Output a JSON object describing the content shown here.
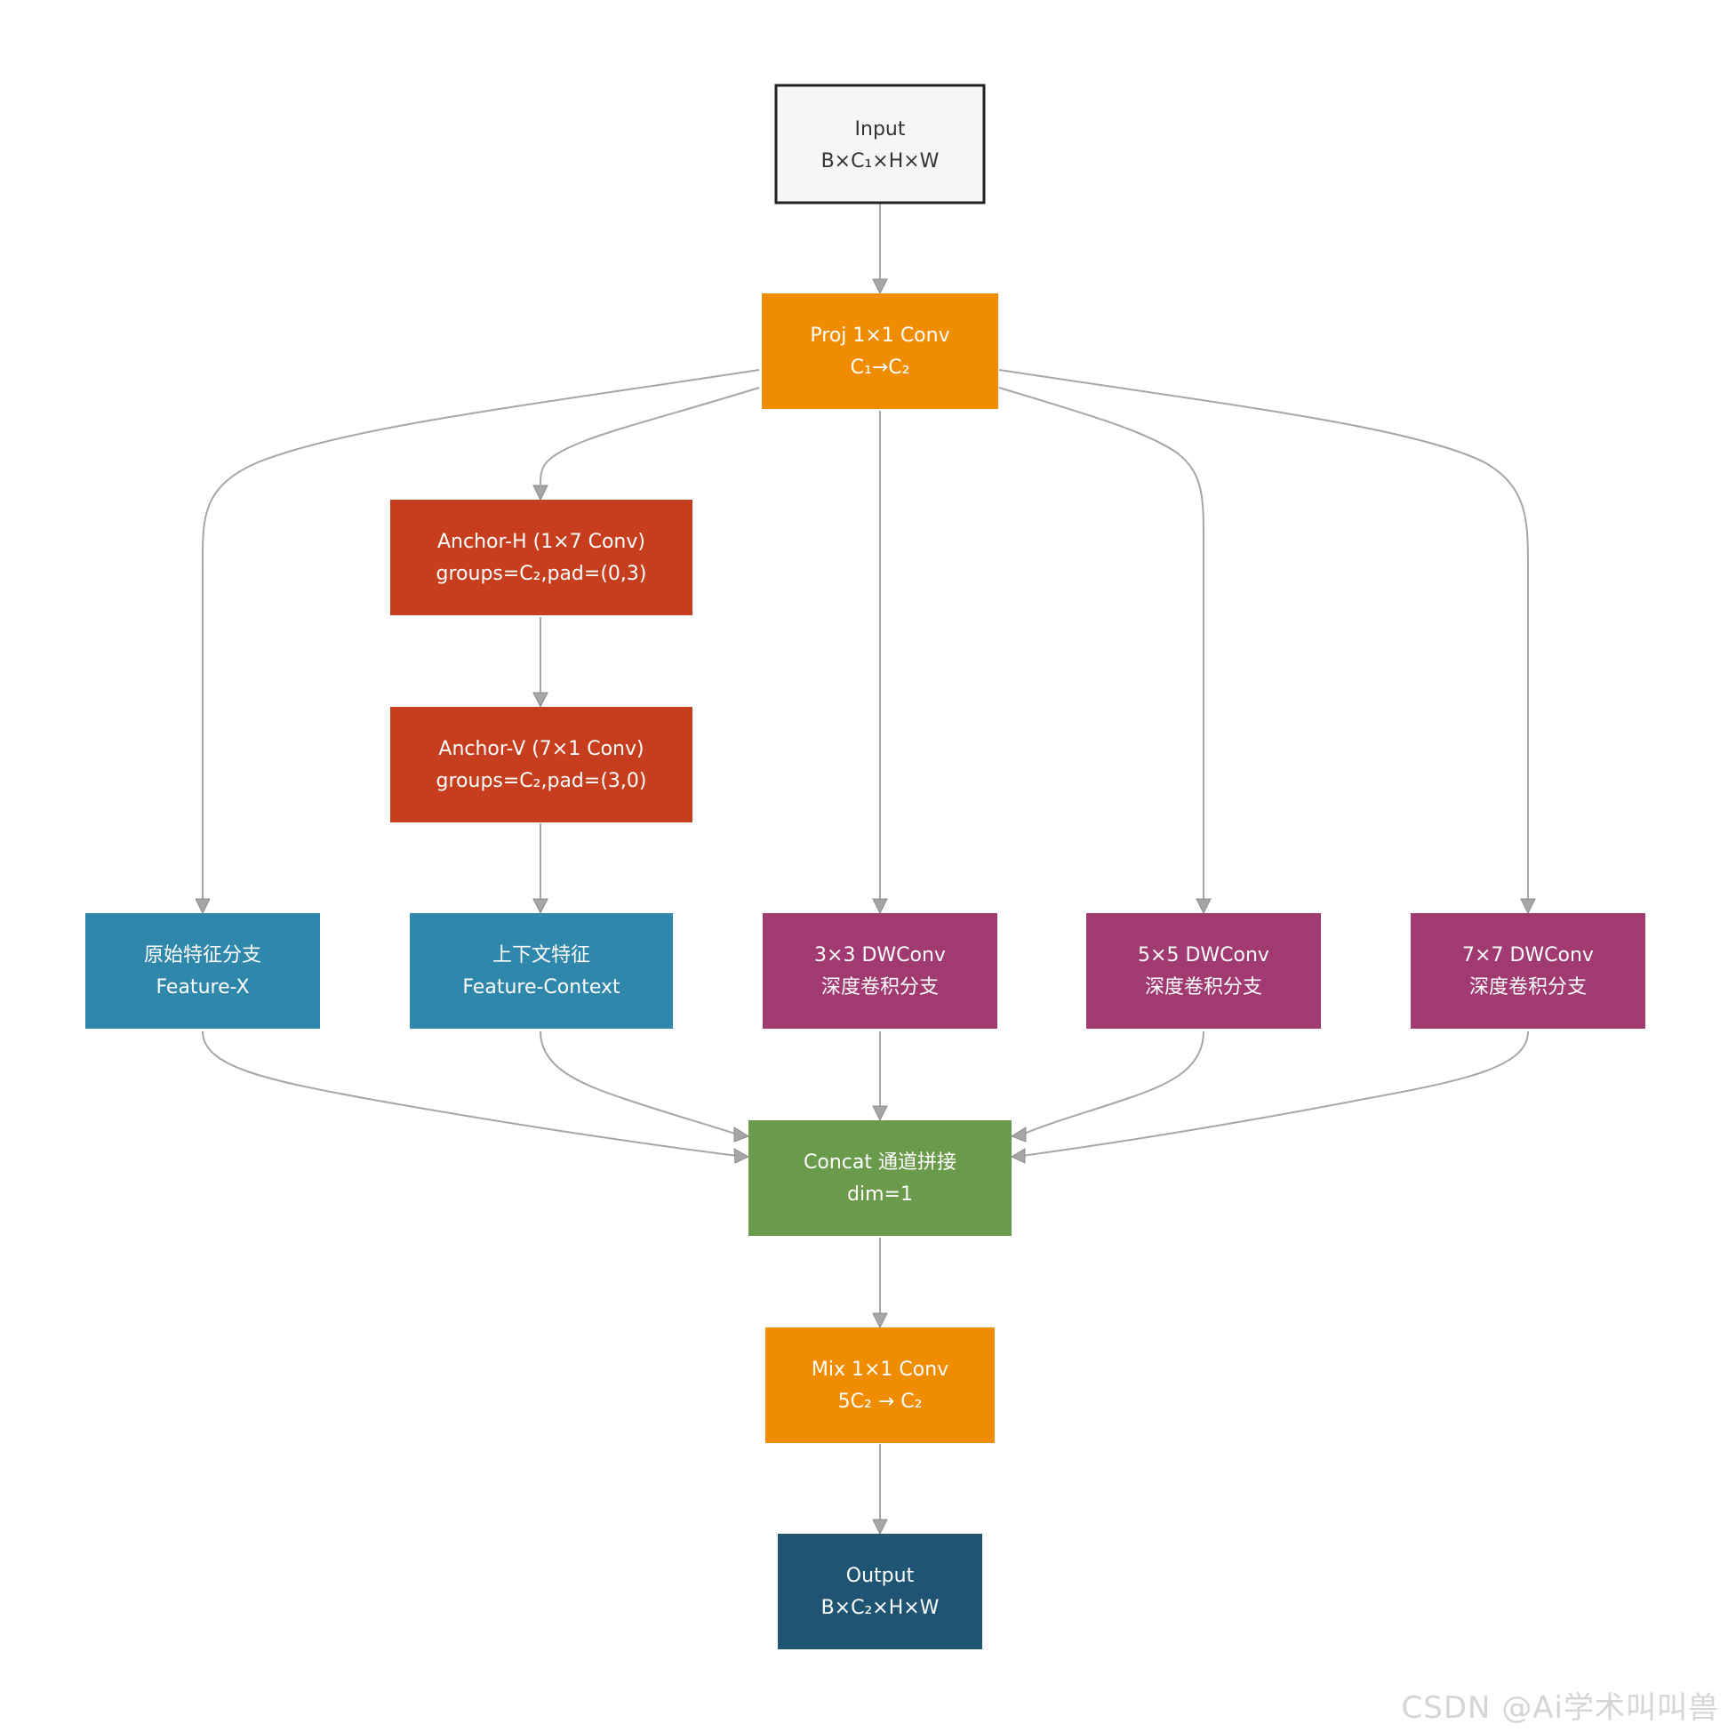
{
  "colors": {
    "input_fill": "#f5f6f7",
    "input_stroke": "#222222",
    "proj": "#f08c00",
    "anchor": "#c63e1e",
    "feature": "#2f87ab",
    "dwconv": "#a23a72",
    "concat": "#6a9a4b",
    "mix": "#f08c00",
    "output": "#1f5573",
    "edge": "#a6a6a6"
  },
  "nodes": {
    "input": {
      "line1": "Input",
      "line2": "B×C₁×H×W"
    },
    "proj": {
      "line1": "Proj 1×1 Conv",
      "line2": "C₁→C₂"
    },
    "anchor_h": {
      "line1": "Anchor-H (1×7 Conv)",
      "line2": "groups=C₂,pad=(0,3)"
    },
    "anchor_v": {
      "line1": "Anchor-V (7×1 Conv)",
      "line2": "groups=C₂,pad=(3,0)"
    },
    "feature_x": {
      "line1": "原始特征分支",
      "line2": "Feature-X"
    },
    "feature_ctx": {
      "line1": "上下文特征",
      "line2": "Feature-Context"
    },
    "dw3": {
      "line1": "3×3 DWConv",
      "line2": "深度卷积分支"
    },
    "dw5": {
      "line1": "5×5 DWConv",
      "line2": "深度卷积分支"
    },
    "dw7": {
      "line1": "7×7 DWConv",
      "line2": "深度卷积分支"
    },
    "concat": {
      "line1": "Concat 通道拼接",
      "line2": "dim=1"
    },
    "mix": {
      "line1": "Mix 1×1 Conv",
      "line2": "5C₂ → C₂"
    },
    "output": {
      "line1": "Output",
      "line2": "B×C₂×H×W"
    }
  },
  "watermark": "CSDN @Ai学术叫叫兽"
}
